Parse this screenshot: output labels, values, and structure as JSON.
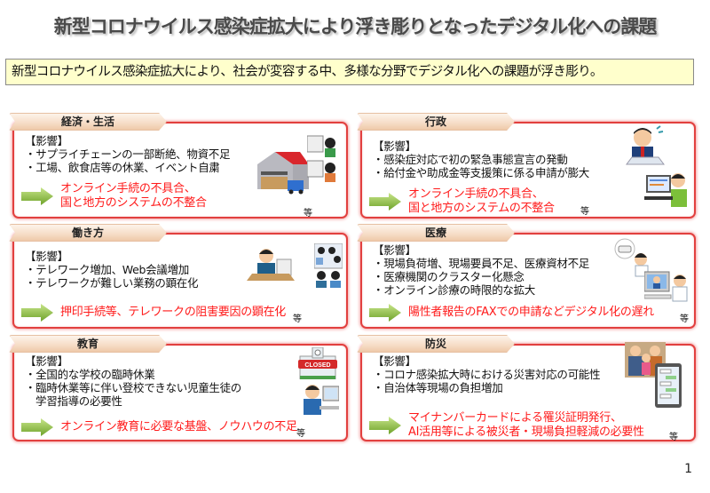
{
  "title": "新型コロナウイルス感染症拡大により浮き彫りとなったデジタル化への課題",
  "summary": "新型コロナウイルス感染症拡大により、社会が変容する中、多様な分野でデジタル化への課題が浮き彫り。",
  "colors": {
    "panel_border": "#e2403f",
    "result_text": "#ff1a1a",
    "summary_bg": "#ffffcc",
    "arrow_green": "#8ec63f"
  },
  "impact_label": "【影響】",
  "etc_label": "等",
  "panels": [
    {
      "category": "経済・生活",
      "impacts": [
        "・サプライチェーンの一部断絶、物資不足",
        "・工場、飲食店等の休業、イベント自粛"
      ],
      "results": [
        "オンライン手続の不具合、",
        "国と地方のシステムの不整合"
      ],
      "icons": [
        "warehouse-truck-icon",
        "video-call-icon"
      ]
    },
    {
      "category": "行政",
      "impacts": [
        "・感染症対応で初の緊急事態宣言の発動",
        "・給付金や助成金等支援策に係る申請が膨大"
      ],
      "results": [
        "オンライン手続の不具合、",
        "国と地方のシステムの不整合"
      ],
      "icons": [
        "busy-officer-phone-icon",
        "person-at-laptop-icon"
      ]
    },
    {
      "category": "働き方",
      "impacts": [
        "・テレワーク増加、Web会議増加",
        "・テレワークが難しい業務の顕在化"
      ],
      "results": [
        "押印手続等、テレワークの阻害要因の顕在化"
      ],
      "icons": [
        "worker-at-desk-icon",
        "web-meeting-icon"
      ]
    },
    {
      "category": "医療",
      "impacts": [
        "・現場負荷増、現場要員不足、医療資材不足",
        "・医療機関のクラスター化懸念",
        "・オンライン診療の時限的な拡大"
      ],
      "results": [
        "陽性者報告のFAXでの申請などデジタル化の遅れ"
      ],
      "icons": [
        "doctor-mask-icon",
        "online-consultation-icon"
      ]
    },
    {
      "category": "教育",
      "impacts": [
        "・全国的な学校の臨時休業",
        "・臨時休業等に伴い登校できない児童生徒の",
        "学習指導の必要性"
      ],
      "results": [
        "オンライン教育に必要な基盤、ノウハウの不足"
      ],
      "icons": [
        "closed-school-icon",
        "student-online-icon"
      ],
      "closed_sign": "CLOSED"
    },
    {
      "category": "防災",
      "impacts": [
        "・コロナ感染拡大時における災害対応の可能性",
        "・自治体等現場の負担増加"
      ],
      "results": [
        "マイナンバーカードによる罹災証明発行、",
        "AI活用等による被災者・現場負担軽減の必要性"
      ],
      "icons": [
        "evacuation-family-icon",
        "smartphone-chat-icon"
      ]
    }
  ],
  "page_number": "1"
}
